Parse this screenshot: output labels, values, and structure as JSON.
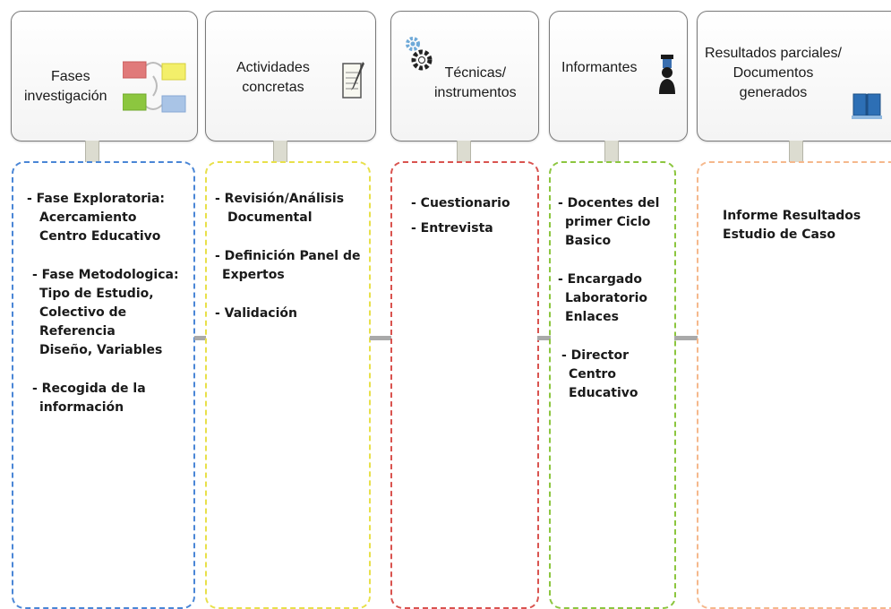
{
  "columns": [
    {
      "title": [
        "Fases",
        "investigación"
      ],
      "icon": "process-flow-icon",
      "border_color": "#4a86d6",
      "items": [
        [
          "-  Fase Exploratoria:",
          "Acercamiento",
          "Centro Educativo"
        ],
        [
          "- Fase Metodologica:",
          "Tipo de Estudio,",
          "Colectivo de",
          "Referencia",
          "Diseño, Variables"
        ],
        [
          "- Recogida de la",
          "información"
        ]
      ]
    },
    {
      "title": [
        "Actividades",
        "concretas"
      ],
      "icon": "notepad-icon",
      "border_color": "#e8e04a",
      "items": [
        [
          "- Revisión/Análisis",
          "Documental"
        ],
        [
          "- Definición Panel de",
          "Expertos"
        ],
        [
          "- Validación"
        ]
      ]
    },
    {
      "title": [
        "Técnicas/",
        "instrumentos"
      ],
      "icon": "gears-icon",
      "border_color": "#d9534f",
      "items": [
        [
          "- Cuestionario"
        ],
        [
          "- Entrevista"
        ]
      ]
    },
    {
      "title": [
        "Informantes"
      ],
      "icon": "person-icon",
      "border_color": "#8cc63f",
      "items": [
        [
          "- Docentes  del",
          "primer Ciclo",
          "Basico"
        ],
        [
          "- Encargado",
          "Laboratorio",
          "Enlaces"
        ],
        [
          "- Director",
          "Centro",
          "Educativo"
        ]
      ]
    },
    {
      "title": [
        "Resultados parciales/",
        "Documentos",
        "generados"
      ],
      "icon": "book-icon",
      "border_color": "#f5b88c",
      "items": [
        [
          "Informe Resultados",
          "Estudio de Caso"
        ]
      ]
    }
  ]
}
